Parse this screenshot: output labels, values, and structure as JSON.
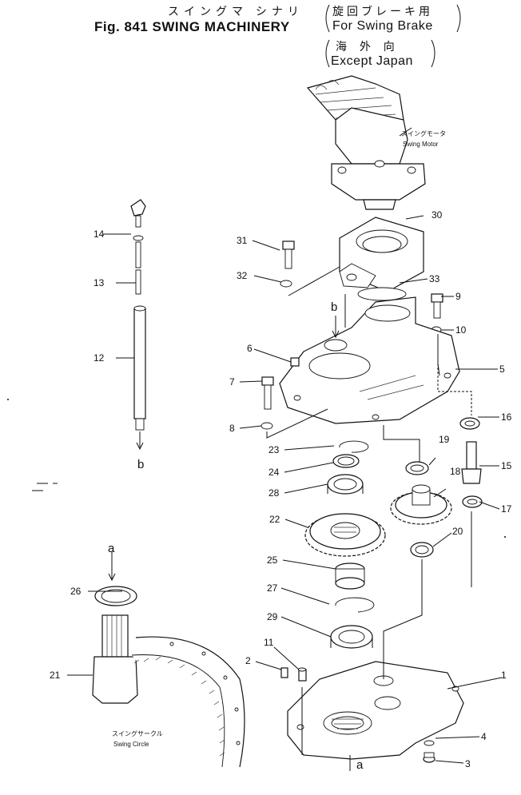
{
  "header": {
    "fig_title": "Fig. 841  SWING MACHINERY",
    "jp_title": "スイングマ シナリ",
    "note1_jp": "旋回ブレーキ用",
    "note1_en": "For Swing Brake",
    "note2_jp": "海 外 向",
    "note2_en": "Except Japan"
  },
  "labels": {
    "swing_motor_jp": "スイングモータ",
    "swing_motor_en": "Swing Motor",
    "swing_circle_jp": "スイングサークル",
    "swing_circle_en": "Swing Circle",
    "ref_a_top": "a",
    "ref_a_bottom": "a",
    "ref_b_top": "b",
    "ref_b_left": "b"
  },
  "callouts": [
    "1",
    "2",
    "3",
    "4",
    "5",
    "6",
    "7",
    "8",
    "9",
    "10",
    "11",
    "12",
    "13",
    "14",
    "15",
    "16",
    "17",
    "18",
    "19",
    "20",
    "21",
    "22",
    "23",
    "24",
    "25",
    "26",
    "27",
    "28",
    "29",
    "30",
    "31",
    "32",
    "33"
  ]
}
